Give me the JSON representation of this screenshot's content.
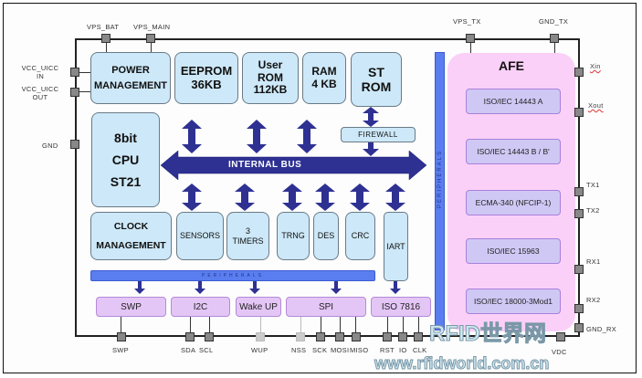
{
  "external_pins": {
    "top": [
      {
        "label": "VPS_BAT"
      },
      {
        "label": "VPS_MAIN"
      },
      {
        "label": "VPS_TX"
      },
      {
        "label": "GND_TX"
      }
    ],
    "left": [
      {
        "label": "VCC_UICC IN"
      },
      {
        "label": "VCC_UICC OUT"
      },
      {
        "label": "GND"
      }
    ],
    "right": [
      {
        "label": "Xin"
      },
      {
        "label": "Xout"
      },
      {
        "label": "TX1"
      },
      {
        "label": "TX2"
      },
      {
        "label": "RX1"
      },
      {
        "label": "RX2"
      },
      {
        "label": "GND_RX"
      }
    ],
    "bottom": [
      {
        "label": "SWP"
      },
      {
        "label": "SDA"
      },
      {
        "label": "SCL"
      },
      {
        "label": "WUP"
      },
      {
        "label": "NSS"
      },
      {
        "label": "SCK"
      },
      {
        "label": "MOSI"
      },
      {
        "label": "MISO"
      },
      {
        "label": "RST"
      },
      {
        "label": "IO"
      },
      {
        "label": "CLK"
      },
      {
        "label": "VDC"
      }
    ]
  },
  "blocks": {
    "power": {
      "line1": "POWER",
      "line2": "MANAGEMENT"
    },
    "eeprom": {
      "line1": "EEPROM",
      "line2": "36KB"
    },
    "user_rom": {
      "line1": "User",
      "line2": "ROM",
      "line3": "112KB"
    },
    "ram": {
      "line1": "RAM",
      "line2": "4 KB"
    },
    "st_rom": {
      "line1": "ST",
      "line2": "ROM"
    },
    "firewall": "FIREWALL",
    "cpu": {
      "line1": "8bit",
      "line2": "CPU",
      "line3": "ST21"
    },
    "clock": {
      "line1": "CLOCK",
      "line2": "MANAGEMENT"
    },
    "sensors": "SENSORS",
    "timers": {
      "line1": "3",
      "line2": "TIMERS"
    },
    "trng": "TRNG",
    "des": "DES",
    "crc": "CRC",
    "iart": "IART"
  },
  "buses": {
    "internal": "INTERNAL BUS",
    "peripherals_h": "PERIPHERALS",
    "peripherals_v": "PERIPHERALS"
  },
  "interfaces": [
    "SWP",
    "I2C",
    "Wake UP",
    "SPI",
    "ISO 7816"
  ],
  "afe": {
    "title": "AFE",
    "items": [
      "ISO/IEC 14443 A",
      "ISO/IEC 14443 B / B'",
      "ECMA-340 (NFCIP-1)",
      "ISO/IEC 15963",
      "ISO/IEC 18000-3Mod1"
    ]
  },
  "watermark": {
    "line1": "RFID世界网",
    "line2": "www.rfidworld.com.cn"
  },
  "colors": {
    "arrow": "#2e3192",
    "block": "#cde8f8",
    "afe": "#fbd0f8",
    "bus": "#5a7ef0"
  }
}
